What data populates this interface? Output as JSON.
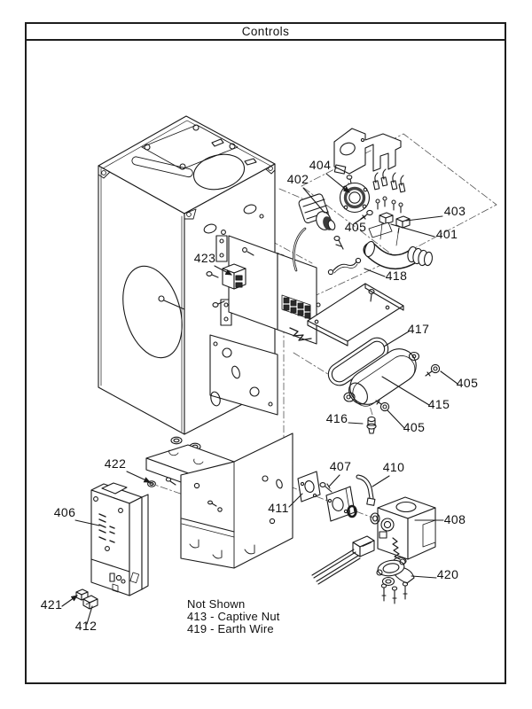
{
  "title": "Controls",
  "parts": {
    "p401": "401",
    "p402": "402",
    "p403": "403",
    "p404": "404",
    "p405": "405",
    "p406": "406",
    "p407": "407",
    "p408": "408",
    "p410": "410",
    "p411": "411",
    "p412": "412",
    "p415": "415",
    "p416": "416",
    "p417": "417",
    "p418": "418",
    "p420": "420",
    "p421": "421",
    "p422": "422",
    "p423": "423"
  },
  "notes": {
    "heading": "Not Shown",
    "line1": "413 - Captive Nut",
    "line2": "419 - Earth Wire"
  },
  "colors": {
    "line": "#1a1a1a",
    "background": "#ffffff"
  }
}
